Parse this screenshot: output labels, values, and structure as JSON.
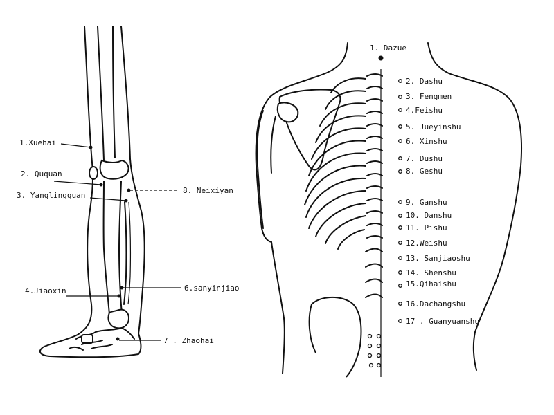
{
  "leg_points": [
    {
      "label": "1.Xuehai"
    },
    {
      "label": "2. Ququan"
    },
    {
      "label": "3. Yanglingquan"
    },
    {
      "label": "4.Jiaoxin"
    },
    {
      "label": "6.sanyinjiao"
    },
    {
      "label": "7 . Zhaohai"
    },
    {
      "label": "8. Neixiyan"
    }
  ],
  "back_points": [
    {
      "label": "1. Dazue"
    },
    {
      "label": "2. Dashu"
    },
    {
      "label": "3. Fengmen"
    },
    {
      "label": "4.Feishu"
    },
    {
      "label": "5. Jueyinshu"
    },
    {
      "label": "6. Xinshu"
    },
    {
      "label": "7. Dushu"
    },
    {
      "label": "8. Geshu"
    },
    {
      "label": "9. Ganshu"
    },
    {
      "label": "10. Danshu"
    },
    {
      "label": "11. Pishu"
    },
    {
      "label": "12.Weishu"
    },
    {
      "label": "13. Sanjiaoshu"
    },
    {
      "label": "14. Shenshu"
    },
    {
      "label": "15.Qihaishu"
    },
    {
      "label": "16.Dachangshu"
    },
    {
      "label": "17 . Guanyuanshu"
    }
  ]
}
